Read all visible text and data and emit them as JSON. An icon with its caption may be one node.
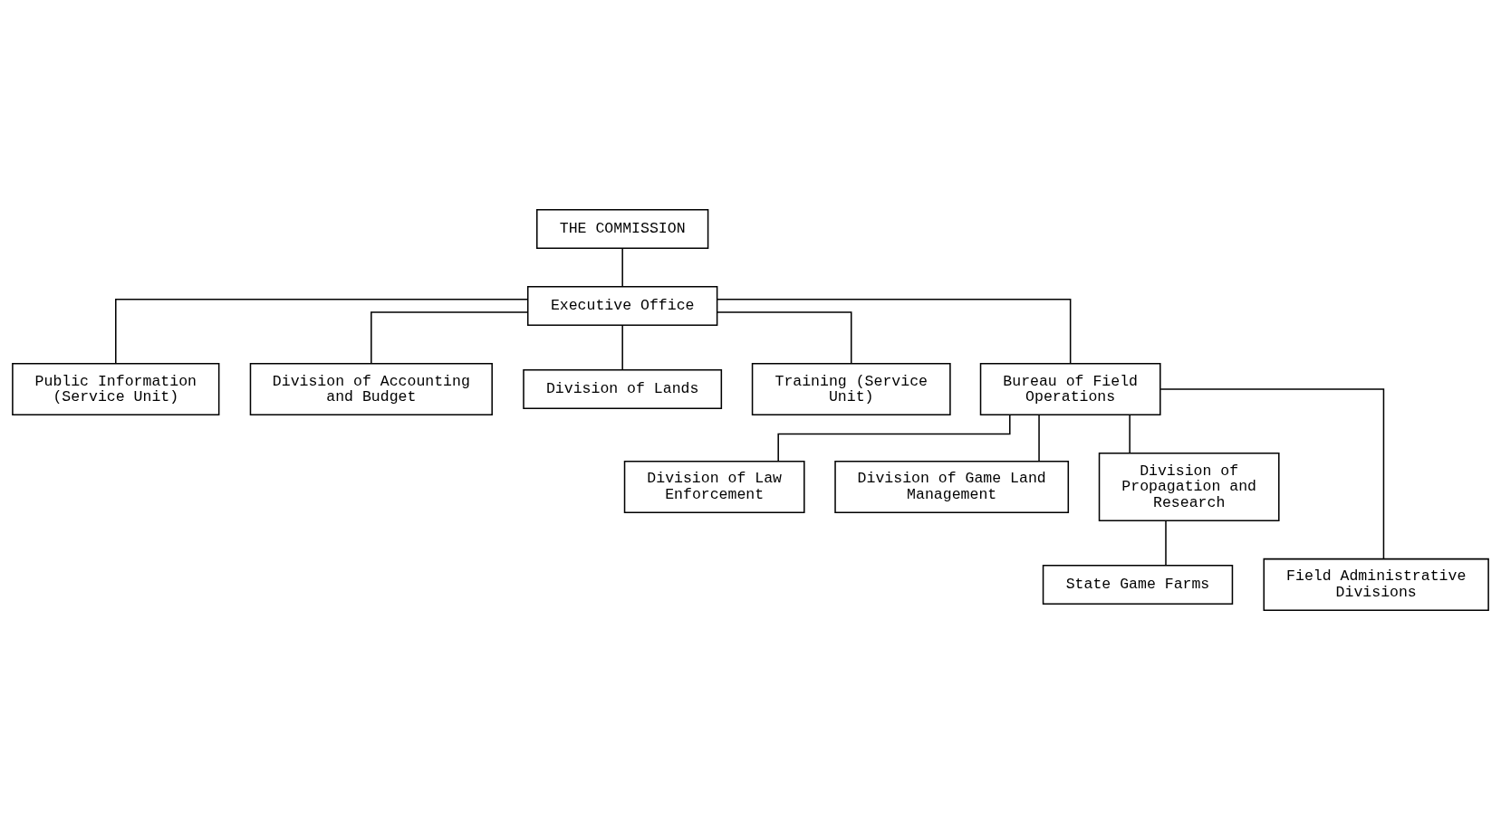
{
  "diagram": {
    "nodes": [
      {
        "text": [
          "THE COMMISSION"
        ]
      },
      {
        "text": [
          "Executive Office"
        ]
      },
      {
        "text": [
          "Public Information (Service Unit)"
        ]
      },
      {
        "text": [
          "Division of Accounting and Budget"
        ]
      },
      {
        "text": [
          "Division of Lands"
        ]
      },
      {
        "text": [
          "Training (Service Unit)"
        ]
      },
      {
        "text": [
          "Bureau of Field Operations"
        ]
      },
      {
        "text": [
          "Division of Law Enforcement"
        ]
      },
      {
        "text": [
          "Division of Game Land Management"
        ]
      },
      {
        "text": [
          "Division of Propagation and Research"
        ]
      },
      {
        "text": [
          "Field Administrative Divisions"
        ]
      },
      {
        "text": [
          "State Game Farms"
        ]
      }
    ],
    "edges": [
      {
        "from": 0,
        "to": 1,
        "arrow": "none"
      },
      {
        "from": 1,
        "to": 2,
        "arrow": "none"
      },
      {
        "from": 1,
        "to": 3,
        "arrow": "none"
      },
      {
        "from": 1,
        "to": 4,
        "arrow": "none"
      },
      {
        "from": 1,
        "to": 5,
        "arrow": "none"
      },
      {
        "from": 1,
        "to": 6,
        "arrow": "none"
      },
      {
        "from": 6,
        "to": 7,
        "arrow": "none"
      },
      {
        "from": 6,
        "to": 8,
        "arrow": "none"
      },
      {
        "from": 6,
        "to": 9,
        "arrow": "none"
      },
      {
        "from": 6,
        "to": 10,
        "arrow": "none"
      },
      {
        "from": 9,
        "to": 11,
        "arrow": "none"
      }
    ]
  }
}
